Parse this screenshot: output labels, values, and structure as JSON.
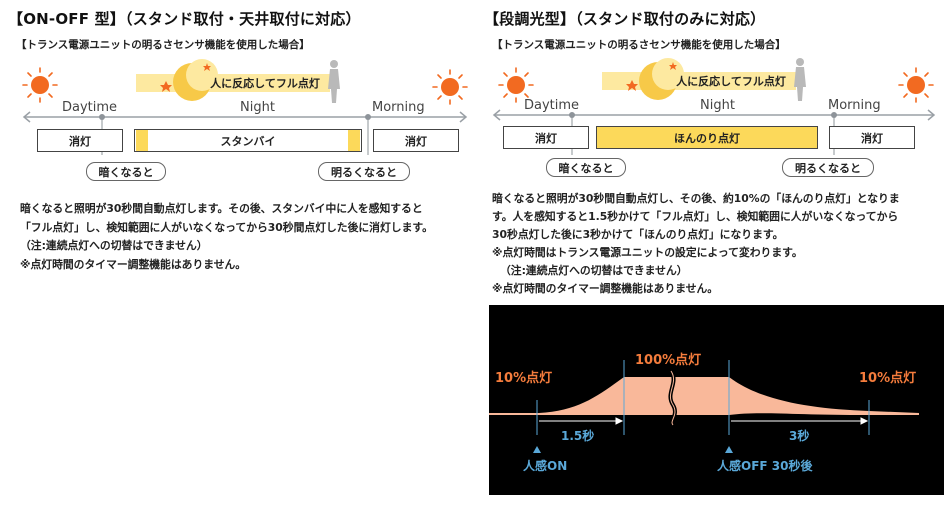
{
  "left": {
    "title": "【ON-OFF 型】（スタンド取付・天井取付に対応）",
    "subtitle": "【トランス電源ユニットの明るさセンサ機能を使用した場合】",
    "timeline": {
      "daytime": "Daytime",
      "night": "Night",
      "morning": "Morning"
    },
    "banner": "人に反応してフル点灯",
    "boxes": {
      "off_left": "消灯",
      "middle": "スタンバイ",
      "off_right": "消灯"
    },
    "pills": {
      "dark": "暗くなると",
      "bright": "明るくなると"
    },
    "description": [
      "暗くなると照明が30秒間自動点灯します。その後、スタンバイ中に人を感知すると",
      "「フル点灯」し、検知範囲に人がいなくなってから30秒間点灯した後に消灯します。",
      "（注:連続点灯への切替はできません）",
      "※点灯時間のタイマー調整機能はありません。"
    ]
  },
  "right": {
    "title": "【段調光型】（スタンド取付のみに対応）",
    "subtitle": "【トランス電源ユニットの明るさセンサ機能を使用した場合】",
    "timeline": {
      "daytime": "Daytime",
      "night": "Night",
      "morning": "Morning"
    },
    "banner": "人に反応してフル点灯",
    "boxes": {
      "off_left": "消灯",
      "middle": "ほんのり点灯",
      "off_right": "消灯"
    },
    "pills": {
      "dark": "暗くなると",
      "bright": "明るくなると"
    },
    "description": [
      "暗くなると照明が30秒間自動点灯し、その後、約10%の「ほんのり点灯」となりま",
      "す。人を感知すると1.5秒かけて「フル点灯」し、検知範囲に人がいなくなってから",
      "30秒点灯した後に3秒かけて「ほんのり点灯」になります。",
      "※点灯時間はトランス電源ユニットの設定によって変わります。",
      "（注:連続点灯への切替はできません）",
      "※点灯時間のタイマー調整機能はありません。"
    ],
    "dimming": {
      "low_left": "10%点灯",
      "full": "100%点灯",
      "low_right": "10%点灯",
      "ramp_up": "1.5秒",
      "ramp_down": "3秒",
      "sensor_on": "人感ON",
      "sensor_off": "人感OFF 30秒後"
    }
  },
  "colors": {
    "sun": "#f26a21",
    "moon": "#f7c948",
    "banner": "#fde9a0",
    "standby_fill": "#fcd95a",
    "dim_fill": "#f9b89a",
    "dim_text": "#f47c3c",
    "dim_blue": "#5aa8d8",
    "axis": "#9aa0a6"
  }
}
